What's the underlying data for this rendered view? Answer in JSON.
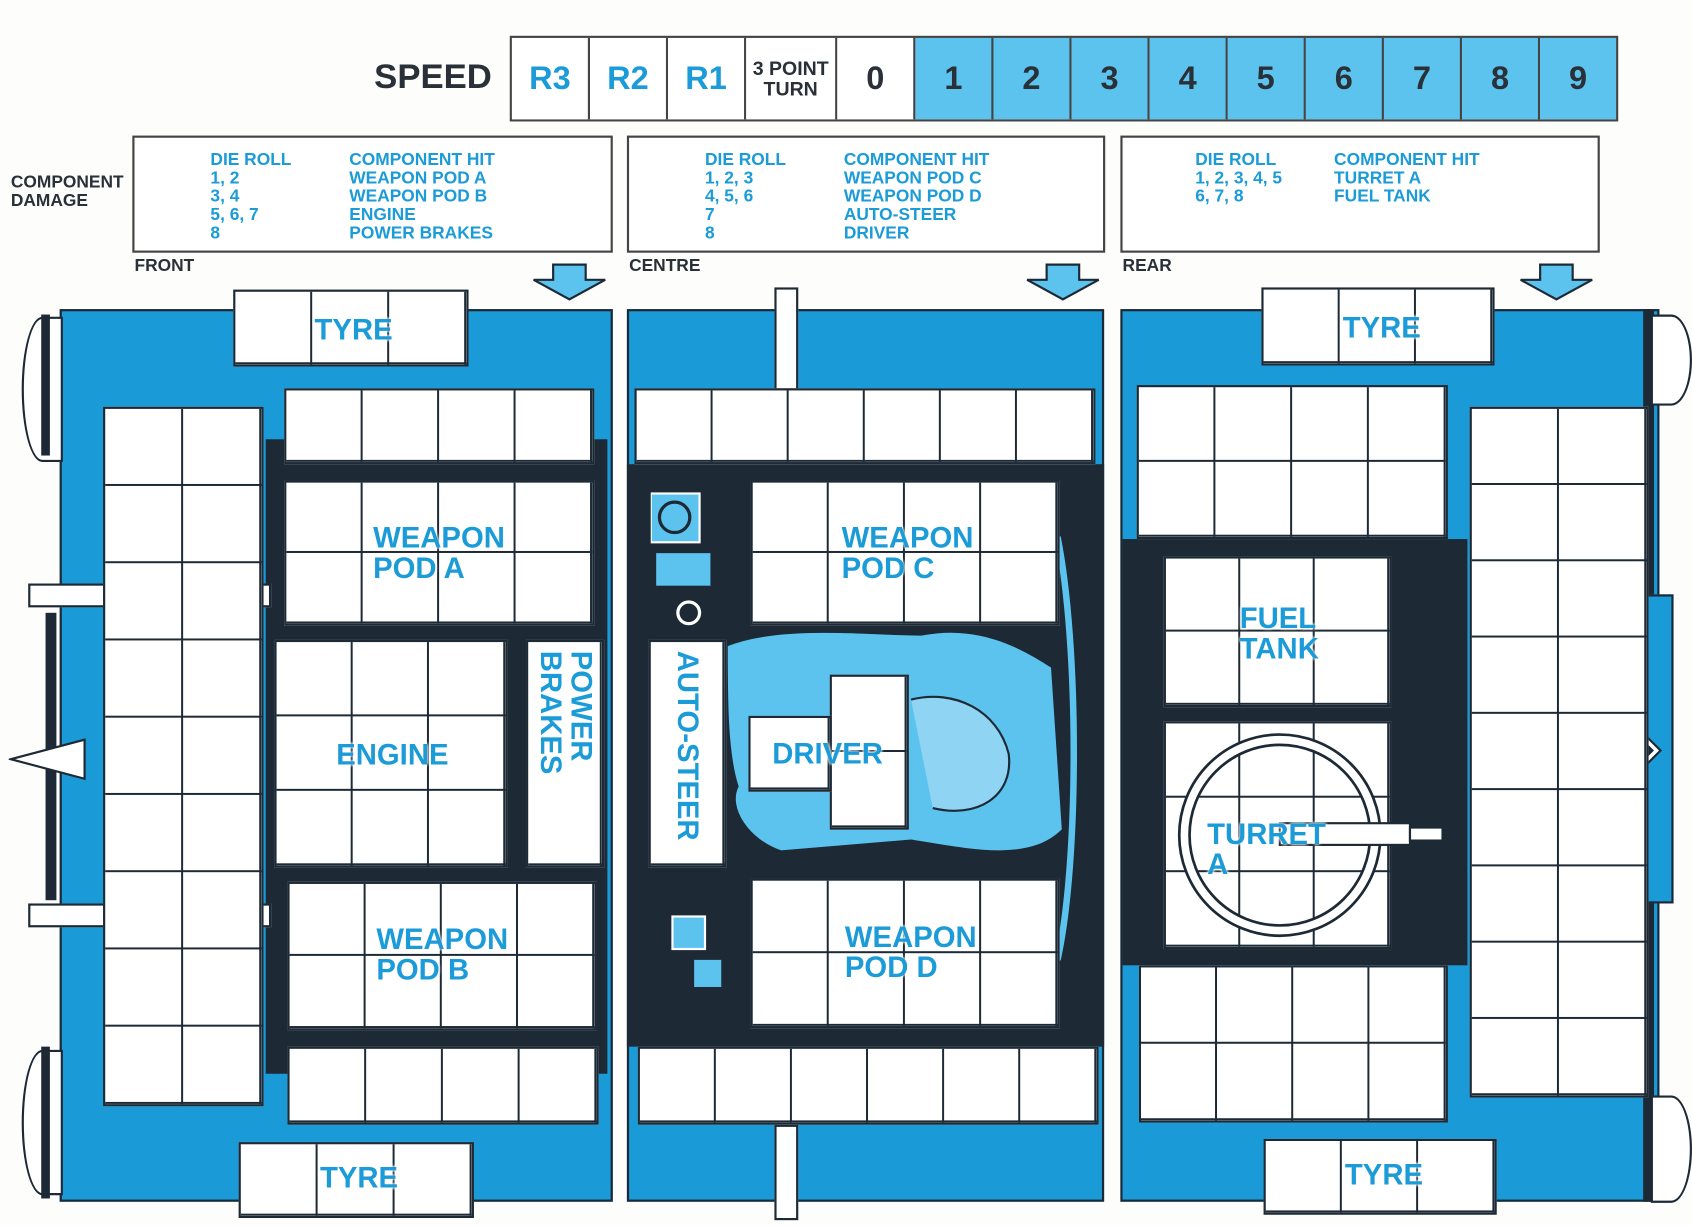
{
  "speed": {
    "label": "SPEED",
    "cells": [
      "R3",
      "R2",
      "R1",
      "3 POINT TURN",
      "0",
      "1",
      "2",
      "3",
      "4",
      "5",
      "6",
      "7",
      "8",
      "9"
    ]
  },
  "component_damage": {
    "label": "COMPONENT DAMAGE",
    "header_die": "DIE ROLL",
    "header_hit": "COMPONENT HIT",
    "front": {
      "label": "FRONT",
      "rows": [
        [
          "1, 2",
          "WEAPON POD A"
        ],
        [
          "3, 4",
          "WEAPON POD B"
        ],
        [
          "5, 6, 7",
          "ENGINE"
        ],
        [
          "8",
          "POWER BRAKES"
        ]
      ]
    },
    "centre": {
      "label": "CENTRE",
      "rows": [
        [
          "1, 2, 3",
          "WEAPON POD C"
        ],
        [
          "4, 5, 6",
          "WEAPON POD D"
        ],
        [
          "7",
          "AUTO-STEER"
        ],
        [
          "8",
          "DRIVER"
        ]
      ]
    },
    "rear": {
      "label": "REAR",
      "rows": [
        [
          "1, 2, 3, 4, 5",
          "TURRET A"
        ],
        [
          "6, 7, 8",
          "FUEL TANK"
        ]
      ]
    }
  },
  "components": {
    "tyre": "TYRE",
    "weapon_pod_a": "WEAPON POD A",
    "weapon_pod_b": "WEAPON POD B",
    "engine": "ENGINE",
    "power_brakes": "POWER BRAKES",
    "weapon_pod_c": "WEAPON POD C",
    "weapon_pod_d": "WEAPON POD D",
    "auto_steer": "AUTO-STEER",
    "driver": "DRIVER",
    "fuel_tank": "FUEL TANK",
    "turret_a": "TURRET A"
  },
  "colors": {
    "blue": "#1a9ad6",
    "light_blue": "#5cc3ee",
    "dark": "#1d2a36",
    "text_blue": "#1b9bd7"
  }
}
